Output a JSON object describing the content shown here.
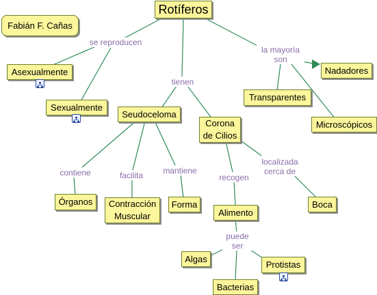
{
  "diagram": {
    "author": "Fabián F. Cañas",
    "concepts": {
      "rotiferos": "Rotíferos",
      "asexualmente": "Asexualmente",
      "sexualmente": "Sexualmente",
      "nadadores": "Nadadores",
      "transparentes": "Transparentes",
      "microscopicos": "Microscópicos",
      "seudoceloma": "Seudoceloma",
      "corona": "Corona\nde Cilios",
      "organos": "Órganos",
      "contraccion": "Contracción\nMuscular",
      "forma": "Forma",
      "alimento": "Alimento",
      "boca": "Boca",
      "algas": "Algas",
      "protistas": "Protistas",
      "bacterias": "Bacterias"
    },
    "links": {
      "se_reproducen": "se reproducen",
      "la_mayoria_son": "la mayoría\nson",
      "tienen": "tienen",
      "contiene": "contiene",
      "facilita": "facilita",
      "mantiene": "mantiene",
      "recogen": "recogen",
      "localizada_cerca_de": "localizada\ncerca de",
      "puede_ser": "puede\nser"
    },
    "colors": {
      "concept_fill": "#fbf59b",
      "concept_border": "#6f7f2a",
      "link_line": "#2e8b57",
      "link_text": "#8a6ca8",
      "arrow": "#2e8b57"
    },
    "submap_icon": "submap-icon"
  }
}
